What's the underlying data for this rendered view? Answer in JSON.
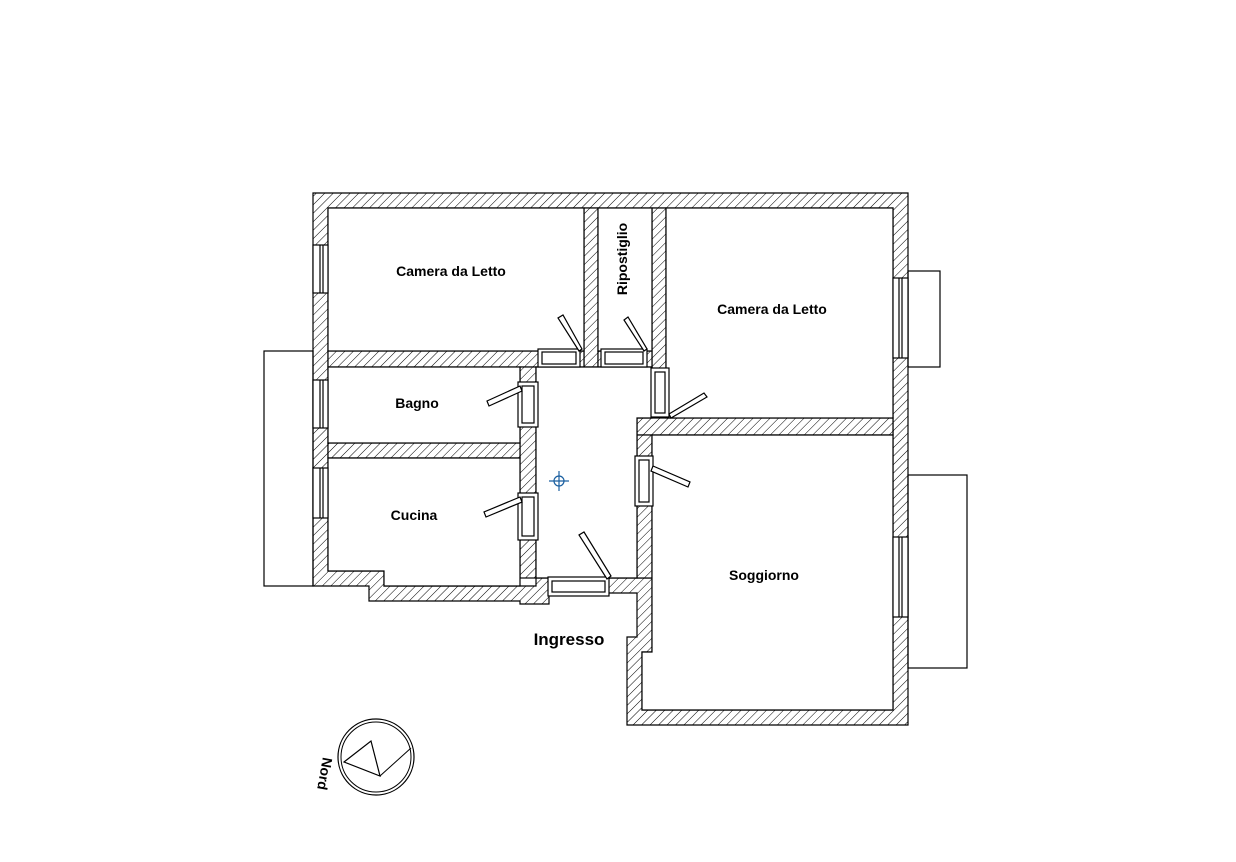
{
  "rooms": {
    "camera_sx": "Camera da Letto",
    "ripostiglio": "Ripostiglio",
    "camera_dx": "Camera da Letto",
    "bagno": "Bagno",
    "cucina": "Cucina",
    "soggiorno": "Soggiorno",
    "ingresso": "Ingresso"
  },
  "compass": {
    "label": "Nord"
  },
  "colors": {
    "wall_line": "#000000",
    "hatch": "#000000",
    "crosshair": "#1a5fa0"
  }
}
